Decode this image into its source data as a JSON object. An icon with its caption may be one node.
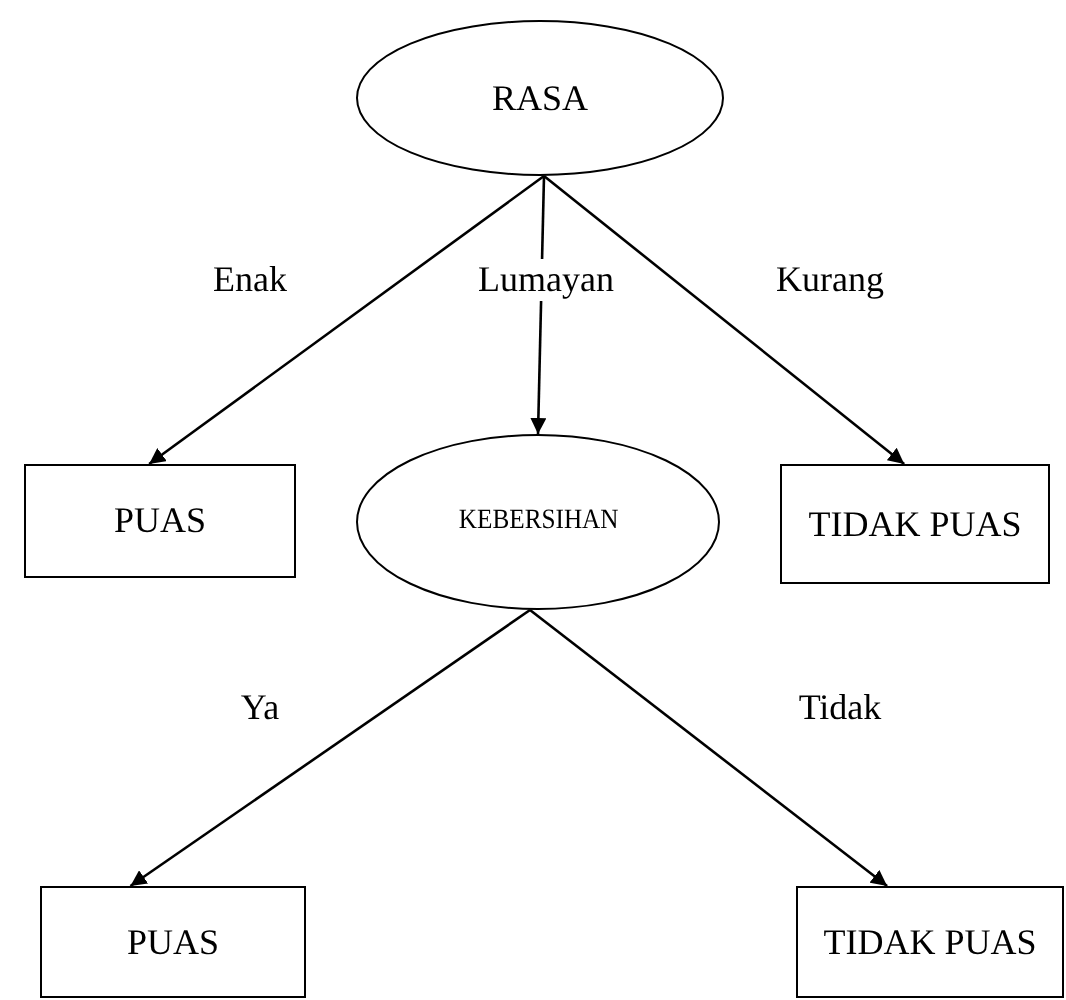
{
  "diagram": {
    "nodes": [
      {
        "text": [
          "RASA"
        ]
      },
      {
        "text": [
          "PUAS"
        ]
      },
      {
        "text": [
          "KEBERSIHAN"
        ]
      },
      {
        "text": [
          "TIDAK PUAS"
        ]
      },
      {
        "text": [
          "PUAS"
        ]
      },
      {
        "text": [
          "TIDAK PUAS"
        ]
      }
    ],
    "edges": [
      {
        "from": 0,
        "to": 1,
        "arrow": "to",
        "label": "Enak"
      },
      {
        "from": 0,
        "to": 2,
        "arrow": "to",
        "label": "Lumayan"
      },
      {
        "from": 0,
        "to": 3,
        "arrow": "to",
        "label": "Kurang"
      },
      {
        "from": 2,
        "to": 4,
        "arrow": "to",
        "label": "Ya"
      },
      {
        "from": 2,
        "to": 5,
        "arrow": "to",
        "label": "Tidak"
      }
    ]
  }
}
